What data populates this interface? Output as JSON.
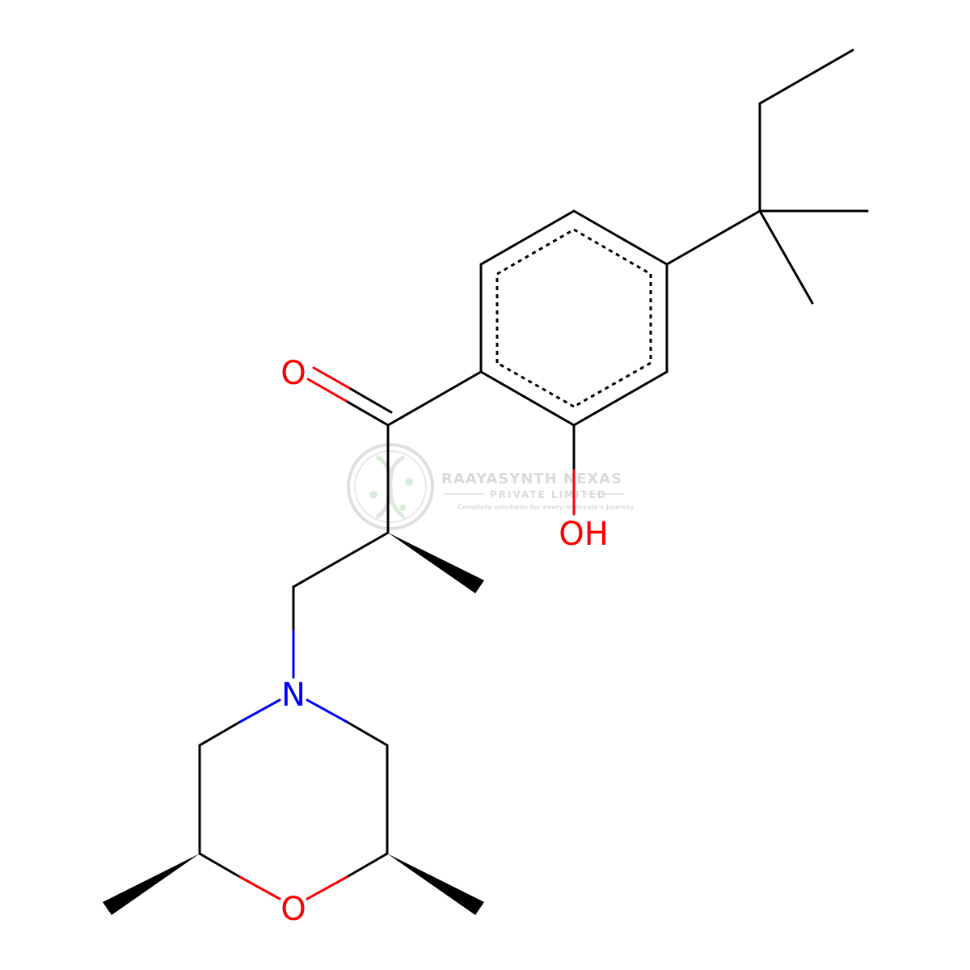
{
  "colors": {
    "background": "#ffffff",
    "bond": "#000000",
    "oxygen": "#ff0000",
    "nitrogen": "#0000ff",
    "watermark": "#d6d6d6",
    "watermark_green": "#cfe6cf"
  },
  "atoms": {
    "carbonyl_oxygen": "O",
    "hydroxyl": "OH",
    "amine_nitrogen": "N",
    "ring_oxygen": "O"
  },
  "watermark": {
    "company": "RAAYASYNTH NEXAS",
    "subtitle": "PRIVATE LIMITED",
    "tagline": "Complete solutions for every molecule's journey"
  }
}
